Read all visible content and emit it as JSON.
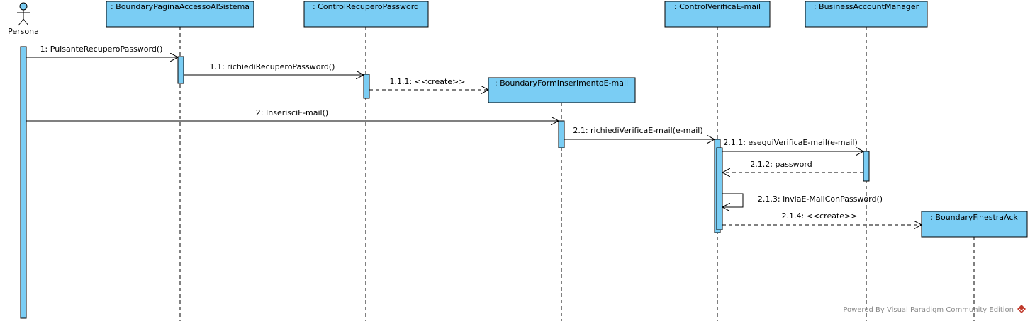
{
  "diagram": {
    "type": "sequence",
    "colors": {
      "box_fill": "#7ACDF4",
      "box_stroke": "#000000",
      "line": "#000000",
      "background": "#FFFFFF",
      "watermark_text": "#8A8A8A",
      "logo": "#C0392B"
    },
    "actor": {
      "label": "Persona",
      "icon": "stick-figure-icon"
    },
    "lifelines": [
      {
        "id": "paginaAccesso",
        "label": ": BoundaryPaginaAccessoAlSistema"
      },
      {
        "id": "controlRecupero",
        "label": ": ControlRecuperoPassword"
      },
      {
        "id": "formEmail",
        "label": ": BoundaryFormInserimentoE-mail"
      },
      {
        "id": "verificaEmail",
        "label": ": ControlVerificaE-mail"
      },
      {
        "id": "accountManager",
        "label": ": BusinessAccountManager"
      },
      {
        "id": "finestraAck",
        "label": ": BoundaryFinestraAck"
      }
    ],
    "messages": [
      {
        "label": "1: PulsanteRecuperoPassword()",
        "style": "sync"
      },
      {
        "label": "1.1: richiediRecuperoPassword()",
        "style": "sync"
      },
      {
        "label": "1.1.1: <<create>>",
        "style": "create"
      },
      {
        "label": "2: InserisciE-mail()",
        "style": "sync"
      },
      {
        "label": "2.1: richiediVerificaE-mail(e-mail)",
        "style": "sync"
      },
      {
        "label": "2.1.1: eseguiVerificaE-mail(e-mail)",
        "style": "sync"
      },
      {
        "label": "2.1.2: password",
        "style": "return"
      },
      {
        "label": "2.1.3: inviaE-MailConPassword()",
        "style": "self"
      },
      {
        "label": "2.1.4: <<create>>",
        "style": "create"
      }
    ],
    "watermark": "Powered By Visual Paradigm Community Edition",
    "watermark_icon": "visual-paradigm-logo-icon"
  }
}
